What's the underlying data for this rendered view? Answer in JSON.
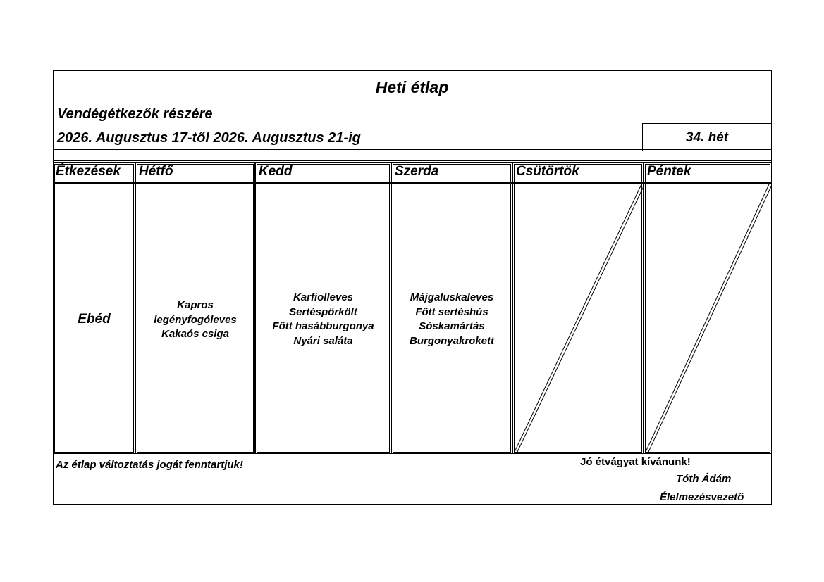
{
  "header": {
    "title": "Heti étlap",
    "subtitle": "Vendégétkezők részére",
    "date_range": "2026. Augusztus 17-től 2026. Augusztus 21-ig",
    "week": "34. hét"
  },
  "table": {
    "columns": [
      "Étkezések",
      "Hétfő",
      "Kedd",
      "Szerda",
      "Csütörtök",
      "Péntek"
    ],
    "meal_label": "Ebéd",
    "days": {
      "monday": [
        "Kapros",
        "legényfogóleves",
        "Kakaós csiga"
      ],
      "tuesday": [
        "Karfiolleves",
        "Sertéspörkölt",
        "Főtt hasábburgonya",
        "Nyári saláta"
      ],
      "wednesday": [
        "Májgaluskaleves",
        "Főtt sertéshús",
        "Sóskamártás",
        "Burgonyakrokett"
      ]
    }
  },
  "footer": {
    "notice": "Az étlap változtatás jogát fenntartjuk!",
    "wish": "Jó étvágyat kívánunk!",
    "name": "Tóth Ádám",
    "role": "Élelmezésvezető"
  }
}
